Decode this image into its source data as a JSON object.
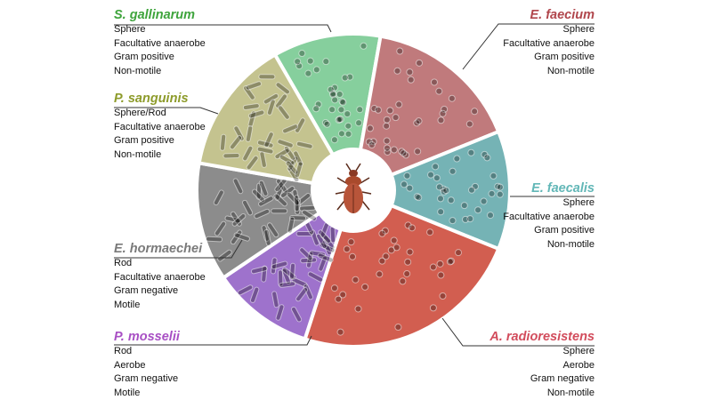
{
  "species": [
    {
      "id": "s-gallinarum",
      "name": "S. gallinarum",
      "color": "#3ea43c",
      "fill": "#86cf9d",
      "traits": [
        "Sphere",
        "Facultative anaerobe",
        "Gram positive",
        "Non-motile"
      ]
    },
    {
      "id": "e-faecium",
      "name": "E. faecium",
      "color": "#b0464c",
      "fill": "#c07a7c",
      "traits": [
        "Sphere",
        "Facultative anaerobe",
        "Gram positive",
        "Non-motile"
      ]
    },
    {
      "id": "e-faecalis",
      "name": "E. faecalis",
      "color": "#62b7b7",
      "fill": "#75b3b5",
      "traits": [
        "Sphere",
        "Facultative anaerobe",
        "Gram positive",
        "Non-motile"
      ]
    },
    {
      "id": "a-radioresistens",
      "name": "A. radioresistens",
      "color": "#d24c5c",
      "fill": "#d25e50",
      "traits": [
        "Sphere",
        "Aerobe",
        "Gram negative",
        "Non-motile"
      ]
    },
    {
      "id": "p-mosselii",
      "name": "P. mosselii",
      "color": "#a84fc4",
      "fill": "#9e72cc",
      "traits": [
        "Rod",
        "Aerobe",
        "Gram negative",
        "Motile"
      ]
    },
    {
      "id": "e-hormaechei",
      "name": "E. hormaechei",
      "color": "#7a7a7a",
      "fill": "#8c8c8c",
      "traits": [
        "Rod",
        "Facultative anaerobe",
        "Gram negative",
        "Motile"
      ]
    },
    {
      "id": "p-sanguinis",
      "name": "P. sanguinis",
      "color": "#8d9b2a",
      "fill": "#c4c38f",
      "traits": [
        "Sphere/Rod",
        "Facultative anaerobe",
        "Gram positive",
        "Non-motile"
      ]
    }
  ],
  "center_icon": "beetle-icon"
}
